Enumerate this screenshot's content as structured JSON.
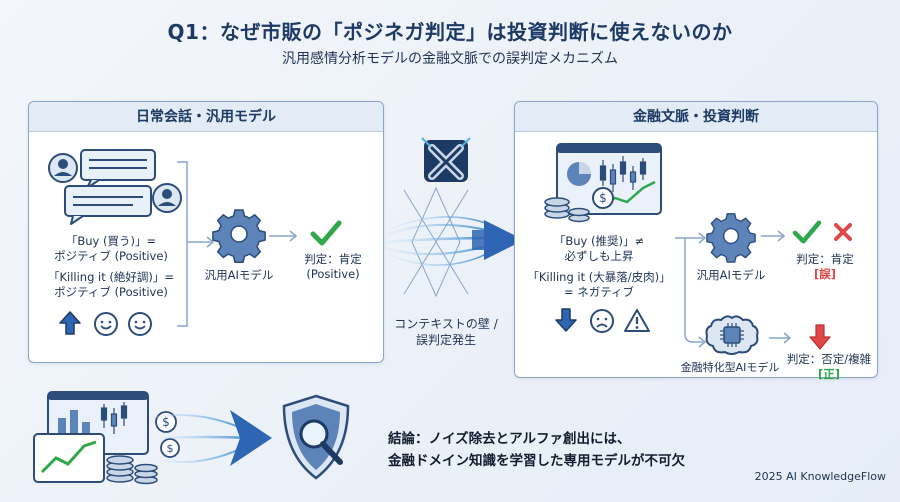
{
  "title": "Q1：なぜ市販の「ポジネガ判定」は投資判断に使えないのか",
  "subtitle": "汎用感情分析モデルの金融文脈での誤判定メカニズム",
  "left_panel": {
    "header": "日常会話・汎用モデル",
    "example1_line1": "「Buy (買う)」=",
    "example1_line2": "ポジティブ (Positive)",
    "example2_line1": "「Killing it (絶好調)」=",
    "example2_line2": "ポジティブ (Positive)",
    "model_label": "汎用AIモデル",
    "verdict_line1": "判定：肯定",
    "verdict_line2": "(Positive)"
  },
  "center": {
    "wall_line1": "コンテキストの壁 /",
    "wall_line2": "誤判定発生"
  },
  "right_panel": {
    "header": "金融文脈・投資判断",
    "example1_line1": "「Buy (推奨)」≠",
    "example1_line2": "必ずしも上昇",
    "example2_line1": "「Killing it (大暴落/皮肉)」",
    "example2_line2": "= ネガティブ",
    "general_model_label": "汎用AIモデル",
    "general_verdict": "判定：肯定",
    "general_mark": "[誤]",
    "finance_model_label": "金融特化型AIモデル",
    "finance_verdict": "判定：否定/複雑",
    "finance_mark": "[正]"
  },
  "conclusion": {
    "line1": "結論：ノイズ除去とアルファ創出には、",
    "line2": "金融ドメイン知識を学習した専用モデルが不可欠"
  },
  "footer": "2025 AI KnowledgeFlow",
  "icons": {
    "chat": "chat-bubbles-icon",
    "gear": "gear-icon",
    "check": "check-icon",
    "cross": "cross-icon",
    "brain": "brain-chip-icon",
    "shield": "shield-magnifier-icon",
    "dashboard": "dashboard-icon",
    "coins": "coins-icon"
  },
  "colors": {
    "accent": "#2f66b3",
    "navy": "#1d3a64",
    "check": "#2ea84a",
    "cross": "#e04848",
    "panel_header": "#e2ebf6"
  }
}
